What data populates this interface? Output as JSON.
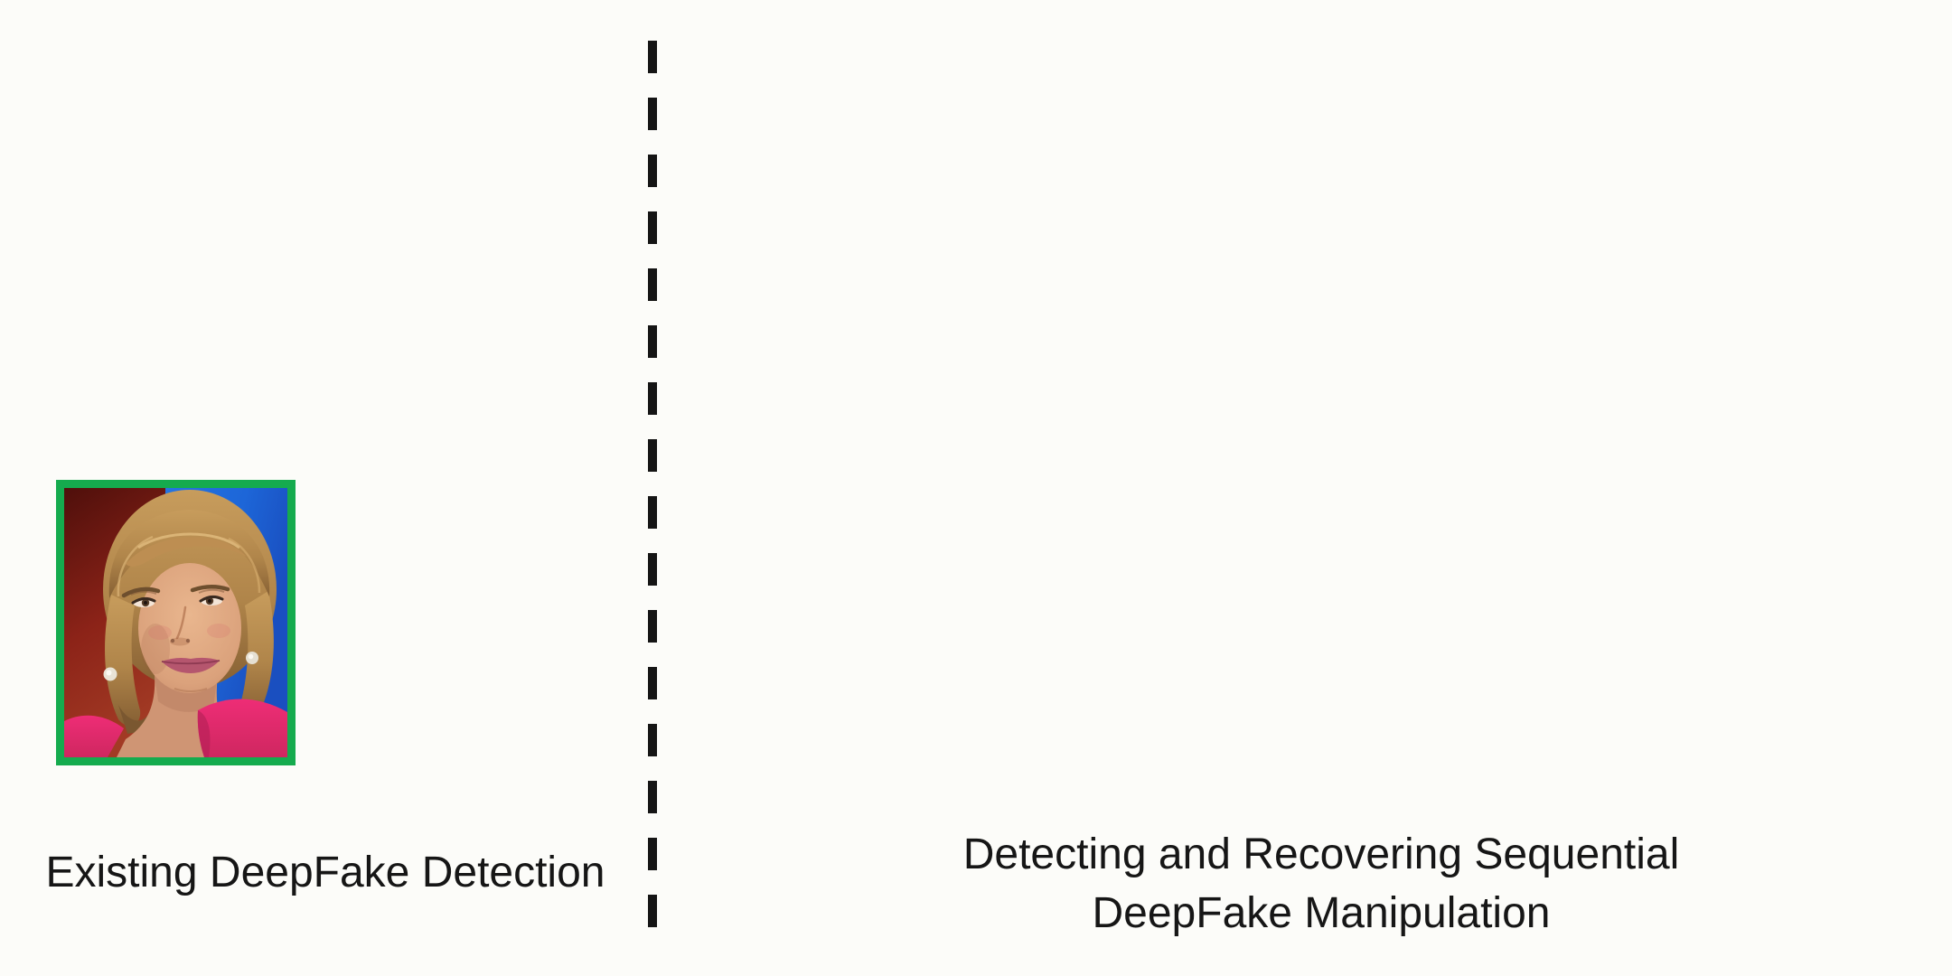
{
  "colors": {
    "slide_bg": "#fcfcf9",
    "text": "#161616",
    "divider": "#151515",
    "detection_green": "#15ab4e"
  },
  "slide": {
    "left": {
      "caption": "Existing DeepFake Detection",
      "image": {
        "description": "Video frame of a woman newscaster with short blonde hair and pearl earrings, wearing a pink blazer in front of a red and blue studio background, outlined with a green detection box",
        "border_color": "#15ab4e"
      }
    },
    "divider": {
      "style": "vertical dashed line",
      "color": "#151515"
    },
    "right": {
      "caption_line1": "Detecting and Recovering Sequential",
      "caption_line2": "DeepFake Manipulation"
    }
  }
}
